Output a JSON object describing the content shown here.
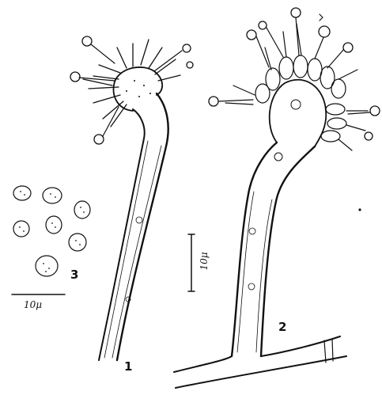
{
  "figure": {
    "labels": {
      "fig1": "1",
      "fig2": "2",
      "fig3": "3"
    },
    "scale_bars": {
      "spores": "10μ",
      "conidiophore": "10μ"
    }
  }
}
